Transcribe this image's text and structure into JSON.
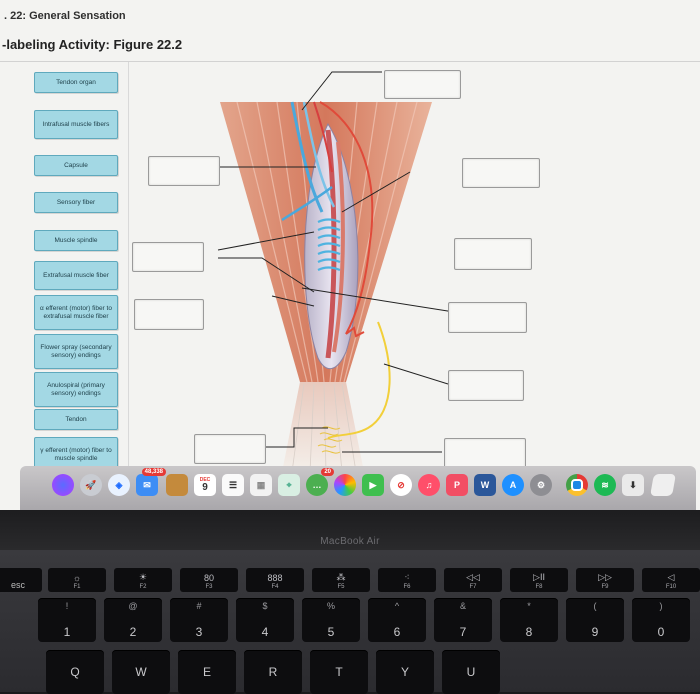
{
  "breadcrumb": ". 22: General Sensation",
  "activity_title": "-labeling Activity: Figure 22.2",
  "labels": [
    {
      "text": "Tendon organ"
    },
    {
      "text": "Intrafusal muscle fibers"
    },
    {
      "text": "Capsule"
    },
    {
      "text": "Sensory fiber"
    },
    {
      "text": "Muscle spindle"
    },
    {
      "text": "Extrafusal muscle fiber"
    },
    {
      "text": "α efferent (motor) fiber to extrafusal muscle fiber"
    },
    {
      "text": "Flower spray (secondary sensory) endings"
    },
    {
      "text": "Anulospiral (primary sensory) endings"
    },
    {
      "text": "Tendon"
    },
    {
      "text": "γ efferent (motor) fiber to muscle spindle"
    }
  ],
  "dock": {
    "calendar_day": "9",
    "calendar_month": "DEC",
    "notification_badge": "20",
    "badge_red": "48,338"
  },
  "bezel": {
    "model": "MacBook Air"
  },
  "keyboard": {
    "esc": "esc",
    "fkeys": [
      {
        "code": "F1",
        "glyph": "☼"
      },
      {
        "code": "F2",
        "glyph": "☀"
      },
      {
        "code": "F3",
        "glyph": "80"
      },
      {
        "code": "F4",
        "glyph": "888"
      },
      {
        "code": "F5",
        "glyph": "⁂"
      },
      {
        "code": "F6",
        "glyph": "⁖"
      },
      {
        "code": "F7",
        "glyph": "◁◁"
      },
      {
        "code": "F8",
        "glyph": "▷II"
      },
      {
        "code": "F9",
        "glyph": "▷▷"
      },
      {
        "code": "F10",
        "glyph": "◁"
      }
    ],
    "number_row": [
      {
        "top": "!",
        "main": "1"
      },
      {
        "top": "@",
        "main": "2"
      },
      {
        "top": "#",
        "main": "3"
      },
      {
        "top": "$",
        "main": "4"
      },
      {
        "top": "%",
        "main": "5"
      },
      {
        "top": "^",
        "main": "6"
      },
      {
        "top": "&",
        "main": "7"
      },
      {
        "top": "*",
        "main": "8"
      },
      {
        "top": "(",
        "main": "9"
      },
      {
        "top": ")",
        "main": "0"
      }
    ],
    "letter_row": [
      "Q",
      "W",
      "E",
      "R",
      "T",
      "Y",
      "U"
    ]
  }
}
